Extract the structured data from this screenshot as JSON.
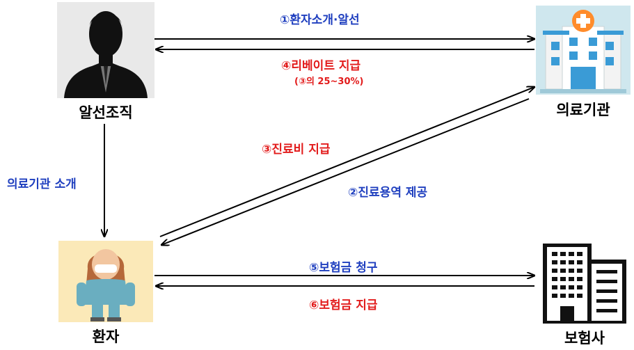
{
  "nodes": {
    "broker": "알선조직",
    "hospital": "의료기관",
    "patient": "환자",
    "insurer": "보험사"
  },
  "edges": {
    "referral": "①환자소개·알선",
    "rebate": "④리베이트 지급",
    "rebate_note": "(③의 25~30%)",
    "fee": "③진료비 지급",
    "service": "②진료용역 제공",
    "intro": "의료기관 소개",
    "claim": "⑤보험금 청구",
    "payout": "⑥보험금 지급"
  },
  "colors": {
    "blue_text": "#1f3fbf",
    "red_text": "#e21b1b",
    "arrow": "#000000",
    "hospital_bg": "#cfe7ee",
    "patient_bg": "#fbe9b8"
  }
}
